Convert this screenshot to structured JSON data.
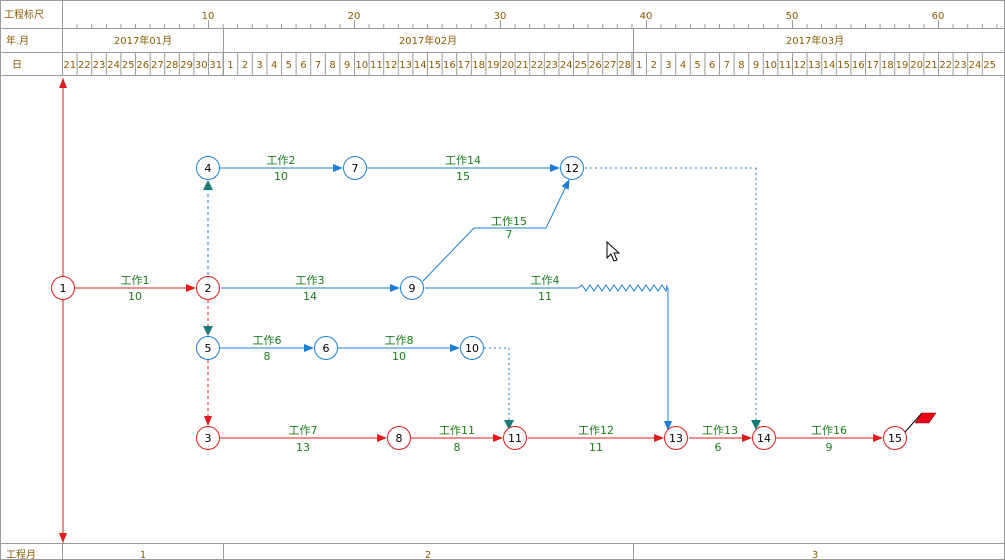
{
  "ruler_label": "工程标尺",
  "yearmonth_label": "年.月",
  "day_label": "日",
  "footer_label": "工程月",
  "scale_ticks": [
    "10",
    "20",
    "30",
    "40",
    "50",
    "60"
  ],
  "months": [
    "2017年01月",
    "2017年02月",
    "2017年03月"
  ],
  "days": [
    "21",
    "22",
    "23",
    "24",
    "25",
    "26",
    "27",
    "28",
    "29",
    "30",
    "31",
    "1",
    "2",
    "3",
    "4",
    "5",
    "6",
    "7",
    "8",
    "9",
    "10",
    "11",
    "12",
    "13",
    "14",
    "15",
    "16",
    "17",
    "18",
    "19",
    "20",
    "21",
    "22",
    "23",
    "24",
    "25",
    "26",
    "27",
    "28",
    "1",
    "2",
    "3",
    "4",
    "5",
    "6",
    "7",
    "8",
    "9",
    "10",
    "11",
    "12",
    "13",
    "14",
    "15",
    "16",
    "17",
    "18",
    "19",
    "20",
    "21",
    "22",
    "23",
    "24",
    "25"
  ],
  "footer_months": [
    "1",
    "2",
    "3"
  ],
  "colors": {
    "critical": "#e11b1b",
    "normal": "#1c7fd6",
    "dummy_arrow": "#167a7a",
    "text_green": "#1a7a1a",
    "header_text": "#8a5a00",
    "flag": "#e8001a"
  },
  "nodes": [
    "1",
    "2",
    "3",
    "4",
    "5",
    "6",
    "7",
    "8",
    "9",
    "10",
    "11",
    "12",
    "13",
    "14",
    "15"
  ],
  "activities": [
    {
      "name": "工作1",
      "duration": "10"
    },
    {
      "name": "工作2",
      "duration": "10"
    },
    {
      "name": "工作3",
      "duration": "14"
    },
    {
      "name": "工作4",
      "duration": "11"
    },
    {
      "name": "工作6",
      "duration": "8"
    },
    {
      "name": "工作7",
      "duration": "13"
    },
    {
      "name": "工作8",
      "duration": "10"
    },
    {
      "name": "工作11",
      "duration": "8"
    },
    {
      "name": "工作12",
      "duration": "11"
    },
    {
      "name": "工作13",
      "duration": "6"
    },
    {
      "name": "工作14",
      "duration": "15"
    },
    {
      "name": "工作15",
      "duration": "7"
    },
    {
      "name": "工作16",
      "duration": "9"
    }
  ]
}
